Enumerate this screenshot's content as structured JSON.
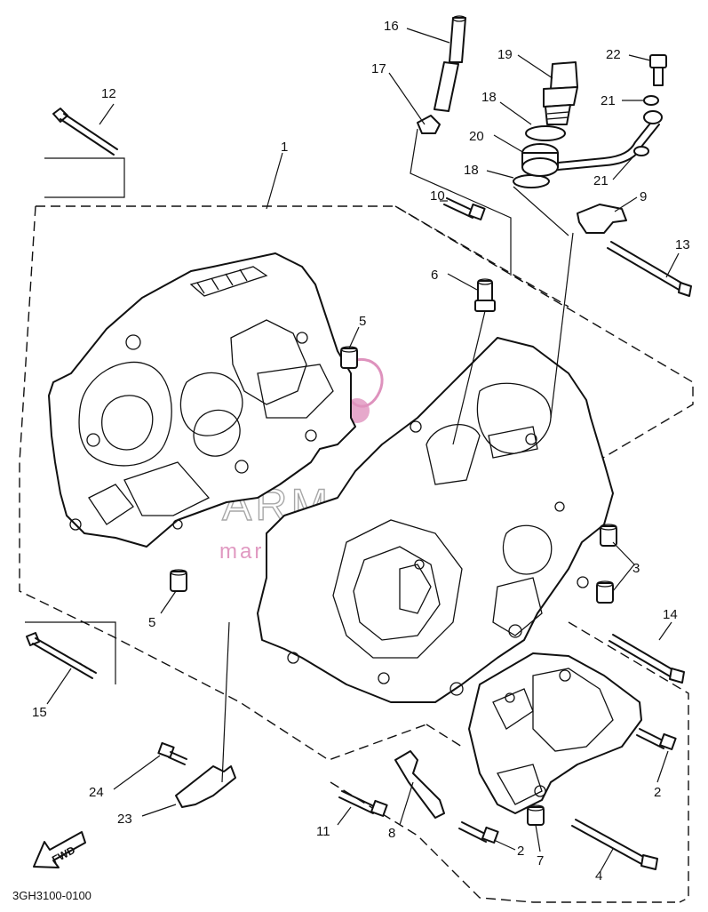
{
  "diagram": {
    "part_code": "3GH3100-0100",
    "fwd_label": "FWD",
    "watermark": {
      "brand": "ARMADA",
      "tagline": "marine outboards"
    },
    "callouts": [
      {
        "id": "c1",
        "label": "1"
      },
      {
        "id": "c2a",
        "label": "2"
      },
      {
        "id": "c2b",
        "label": "2"
      },
      {
        "id": "c3",
        "label": "3"
      },
      {
        "id": "c4",
        "label": "4"
      },
      {
        "id": "c5a",
        "label": "5"
      },
      {
        "id": "c5b",
        "label": "5"
      },
      {
        "id": "c6",
        "label": "6"
      },
      {
        "id": "c7",
        "label": "7"
      },
      {
        "id": "c8",
        "label": "8"
      },
      {
        "id": "c9",
        "label": "9"
      },
      {
        "id": "c10",
        "label": "10"
      },
      {
        "id": "c11",
        "label": "11"
      },
      {
        "id": "c12",
        "label": "12"
      },
      {
        "id": "c13",
        "label": "13"
      },
      {
        "id": "c14",
        "label": "14"
      },
      {
        "id": "c15",
        "label": "15"
      },
      {
        "id": "c16",
        "label": "16"
      },
      {
        "id": "c17",
        "label": "17"
      },
      {
        "id": "c18a",
        "label": "18"
      },
      {
        "id": "c18b",
        "label": "18"
      },
      {
        "id": "c19",
        "label": "19"
      },
      {
        "id": "c20",
        "label": "20"
      },
      {
        "id": "c21a",
        "label": "21"
      },
      {
        "id": "c21b",
        "label": "21"
      },
      {
        "id": "c22",
        "label": "22"
      },
      {
        "id": "c23",
        "label": "23"
      },
      {
        "id": "c24",
        "label": "24"
      }
    ]
  }
}
